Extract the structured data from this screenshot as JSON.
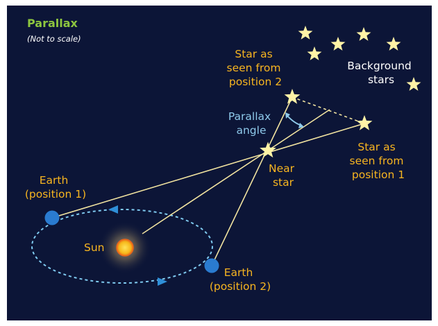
{
  "title": "Parallax",
  "subtitle": "(Not to scale)",
  "labels": {
    "star_pos2": [
      "Star as",
      "seen from",
      "position 2"
    ],
    "star_pos1": [
      "Star as",
      "seen from",
      "position 1"
    ],
    "background_stars": [
      "Background",
      "stars"
    ],
    "parallax_angle": [
      "Parallax",
      "angle"
    ],
    "near_star": [
      "Near",
      "star"
    ],
    "earth_pos1": [
      "Earth",
      "(position 1)"
    ],
    "earth_pos2": [
      "Earth",
      "(position 2)"
    ],
    "sun": "Sun"
  },
  "colors": {
    "background": "#0c1537",
    "title": "#8dc63f",
    "subtitle": "#ffffff",
    "label": "#f7b520",
    "angle_label": "#8ec9ea",
    "background_stars_label": "#ffffff",
    "star": "#fff3a6",
    "line": "#f1e3a0",
    "earth": "#2a7bd0",
    "orbit": "#7fcaf0",
    "orbit_arrow": "#2f8fd8",
    "sun_core": "#f6c21a",
    "sun_rim": "#e8651a"
  },
  "icons": {
    "star": "five-point-star-icon",
    "earth": "earth-circle-icon",
    "sun": "sun-icon",
    "orbit_arrow": "arrowhead-icon",
    "angle_arrow": "double-headed-arc-arrow-icon"
  }
}
